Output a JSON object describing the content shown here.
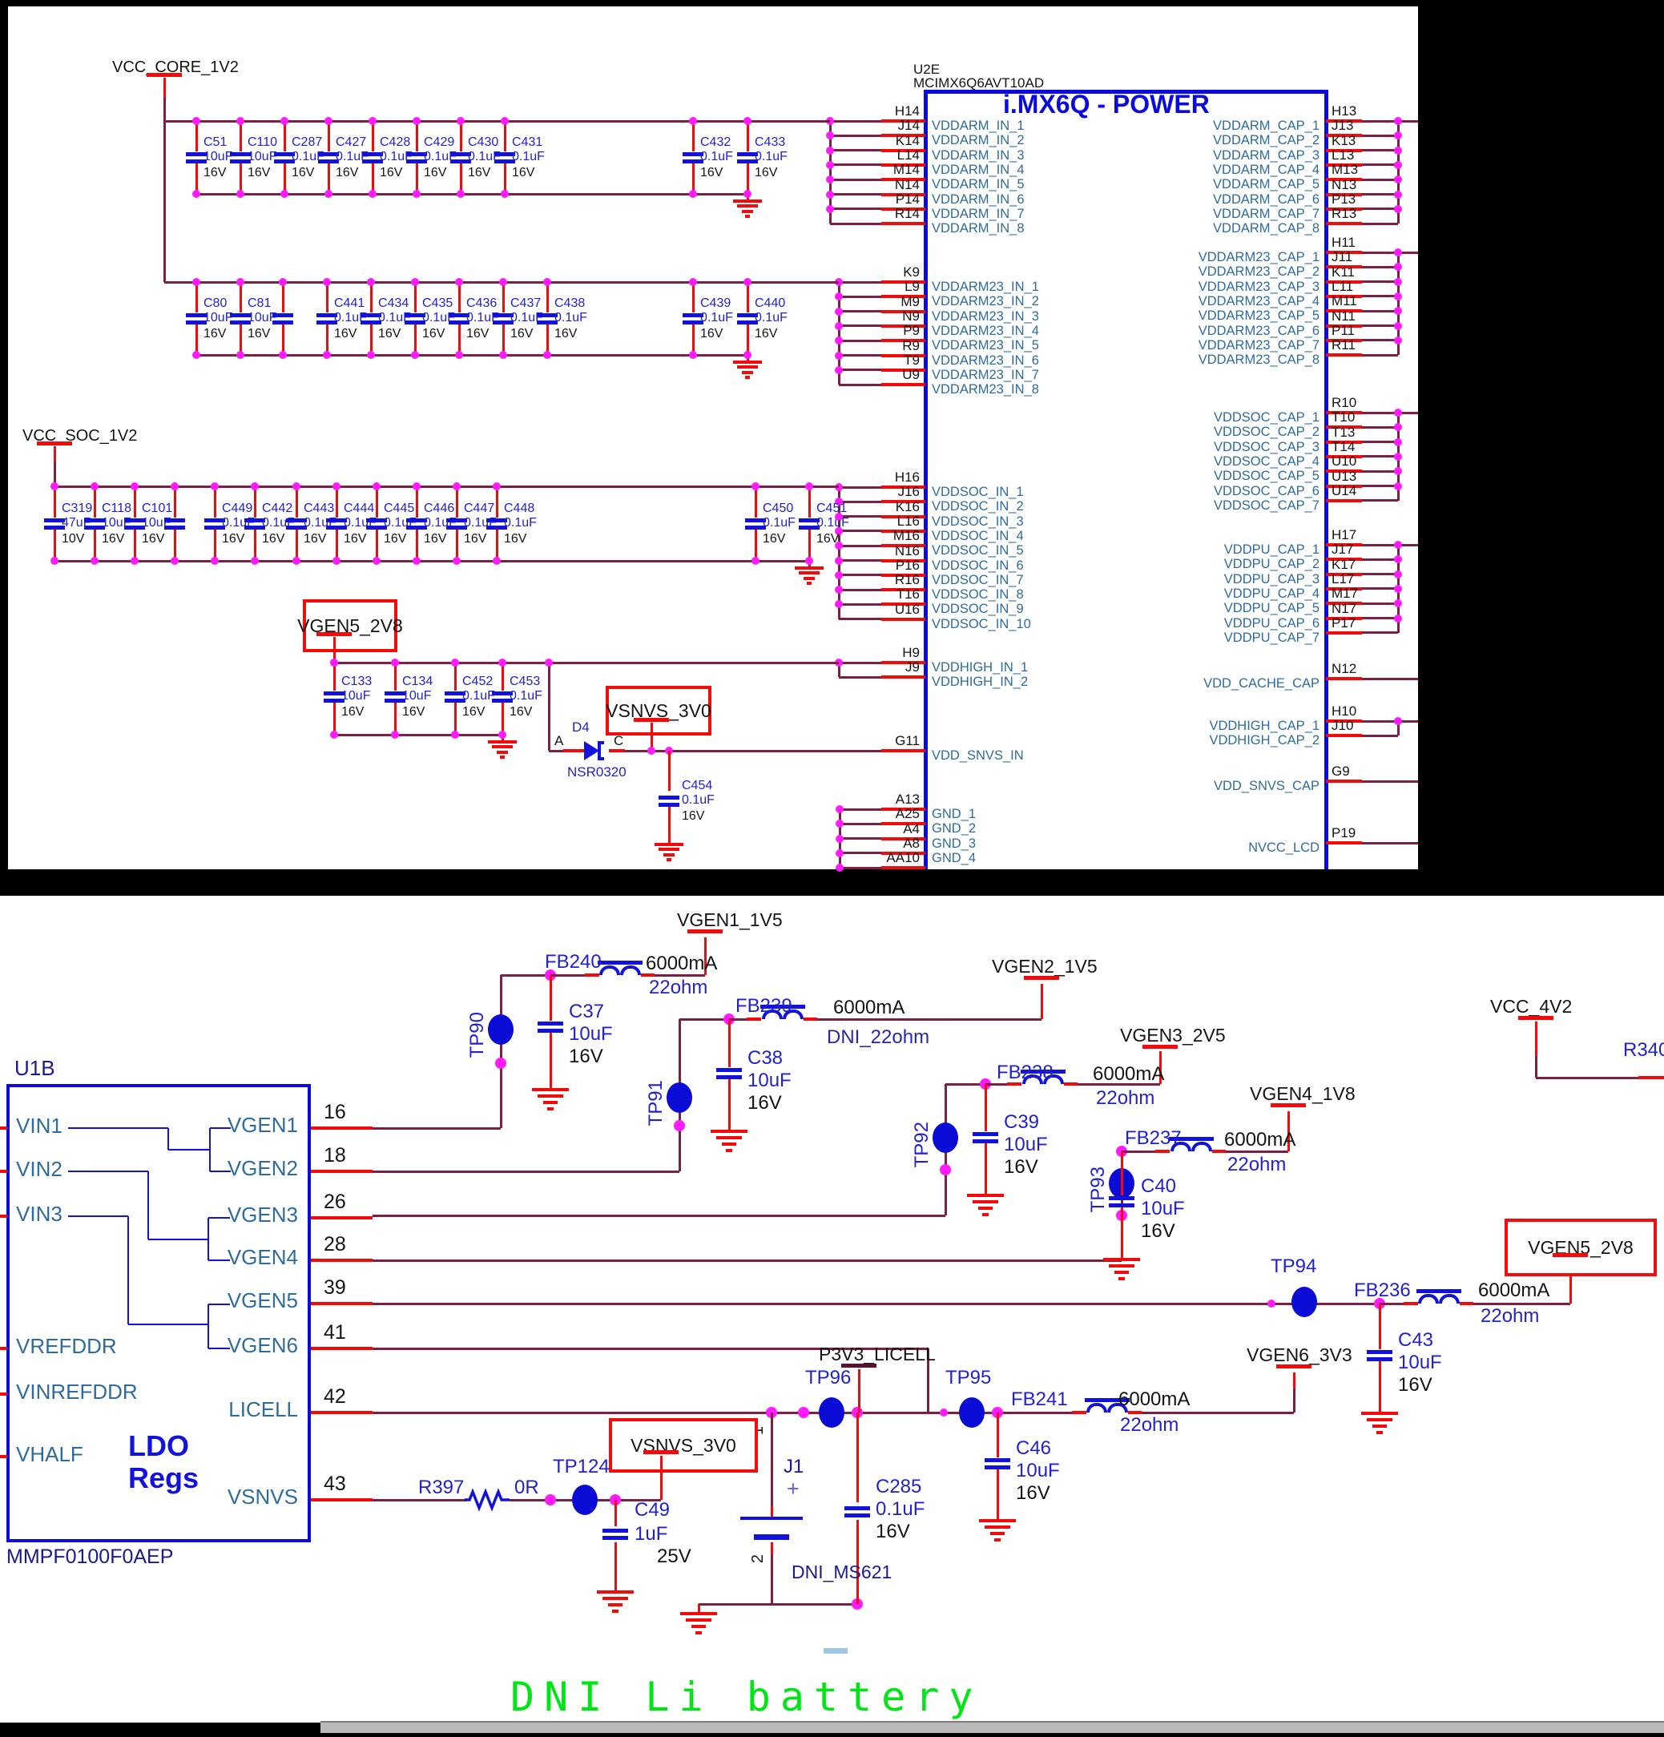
{
  "top_section": {
    "power_flags": {
      "vcc_core": "VCC_CORE_1V2",
      "vcc_soc": "VCC_SOC_1V2"
    },
    "boxed_flags": {
      "vgen5": "VGEN5_2V8",
      "vsnvs": "VSNVS_3V0"
    },
    "cap_rows": [
      {
        "id": "vddarm-row",
        "caps": [
          {
            "ref": "C51",
            "value": "10uF",
            "volt": "16V"
          },
          {
            "ref": "C110",
            "value": "10uF",
            "volt": "16V"
          },
          {
            "ref": "C287",
            "value": "0.1uF",
            "volt": "16V"
          },
          {
            "ref": "C427",
            "value": "0.1uF",
            "volt": "16V"
          },
          {
            "ref": "C428",
            "value": "0.1uF",
            "volt": "16V"
          },
          {
            "ref": "C429",
            "value": "0.1uF",
            "volt": "16V"
          },
          {
            "ref": "C430",
            "value": "0.1uF",
            "volt": "16V"
          },
          {
            "ref": "C431",
            "value": "0.1uF",
            "volt": "16V"
          },
          {
            "ref": "C432",
            "value": "0.1uF",
            "volt": "16V"
          },
          {
            "ref": "C433",
            "value": "0.1uF",
            "volt": "16V"
          }
        ]
      },
      {
        "id": "vddarm23-row",
        "caps": [
          {
            "ref": "C80",
            "value": "10uF",
            "volt": "16V"
          },
          {
            "ref": "C81",
            "value": "10uF",
            "volt": "16V"
          },
          {
            "ref": "",
            "value": "",
            "volt": ""
          },
          {
            "ref": "C441",
            "value": "0.1uF",
            "volt": "16V"
          },
          {
            "ref": "C434",
            "value": "0.1uF",
            "volt": "16V"
          },
          {
            "ref": "C435",
            "value": "0.1uF",
            "volt": "16V"
          },
          {
            "ref": "C436",
            "value": "0.1uF",
            "volt": "16V"
          },
          {
            "ref": "C437",
            "value": "0.1uF",
            "volt": "16V"
          },
          {
            "ref": "C438",
            "value": "0.1uF",
            "volt": "16V"
          },
          {
            "ref": "C439",
            "value": "0.1uF",
            "volt": "16V"
          },
          {
            "ref": "C440",
            "value": "0.1uF",
            "volt": "16V"
          }
        ]
      },
      {
        "id": "vddsoc-row",
        "caps": [
          {
            "ref": "C319",
            "value": "47uF",
            "volt": "10V"
          },
          {
            "ref": "C118",
            "value": "10uF",
            "volt": "16V"
          },
          {
            "ref": "C101",
            "value": "10uF",
            "volt": "16V"
          },
          {
            "ref": "",
            "value": "",
            "volt": ""
          },
          {
            "ref": "C449",
            "value": "0.1uF",
            "volt": "16V"
          },
          {
            "ref": "C442",
            "value": "0.1uF",
            "volt": "16V"
          },
          {
            "ref": "C443",
            "value": "0.1uF",
            "volt": "16V"
          },
          {
            "ref": "C444",
            "value": "0.1uF",
            "volt": "16V"
          },
          {
            "ref": "C445",
            "value": "0.1uF",
            "volt": "16V"
          },
          {
            "ref": "C446",
            "value": "0.1uF",
            "volt": "16V"
          },
          {
            "ref": "C447",
            "value": "0.1uF",
            "volt": "16V"
          },
          {
            "ref": "C448",
            "value": "0.1uF",
            "volt": "16V"
          },
          {
            "ref": "C450",
            "value": "0.1uF",
            "volt": "16V"
          },
          {
            "ref": "C451",
            "value": "0.1uF",
            "volt": "16V"
          }
        ]
      },
      {
        "id": "vgen5-row",
        "caps": [
          {
            "ref": "C133",
            "value": "10uF",
            "volt": "16V"
          },
          {
            "ref": "C134",
            "value": "10uF",
            "volt": "16V"
          },
          {
            "ref": "C452",
            "value": "0.1uF",
            "volt": "16V"
          },
          {
            "ref": "C453",
            "value": "0.1uF",
            "volt": "16V"
          }
        ]
      }
    ],
    "c454": {
      "ref": "C454",
      "value": "0.1uF",
      "volt": "16V"
    },
    "diode": {
      "ref": "D4",
      "part": "NSR0320",
      "anode": "A",
      "cathode": "C"
    },
    "chip": {
      "ref": "U2E",
      "part": "MCIMX6Q6AVT10AD",
      "title": "i.MX6Q - POWER",
      "left_groups": [
        {
          "pins": [
            {
              "num": "H14",
              "label": "VDDARM_IN_1"
            },
            {
              "num": "J14",
              "label": "VDDARM_IN_2"
            },
            {
              "num": "K14",
              "label": "VDDARM_IN_3"
            },
            {
              "num": "L14",
              "label": "VDDARM_IN_4"
            },
            {
              "num": "M14",
              "label": "VDDARM_IN_5"
            },
            {
              "num": "N14",
              "label": "VDDARM_IN_6"
            },
            {
              "num": "P14",
              "label": "VDDARM_IN_7"
            },
            {
              "num": "R14",
              "label": "VDDARM_IN_8"
            }
          ]
        },
        {
          "pins": [
            {
              "num": "K9",
              "label": "VDDARM23_IN_1"
            },
            {
              "num": "L9",
              "label": "VDDARM23_IN_2"
            },
            {
              "num": "M9",
              "label": "VDDARM23_IN_3"
            },
            {
              "num": "N9",
              "label": "VDDARM23_IN_4"
            },
            {
              "num": "P9",
              "label": "VDDARM23_IN_5"
            },
            {
              "num": "R9",
              "label": "VDDARM23_IN_6"
            },
            {
              "num": "T9",
              "label": "VDDARM23_IN_7"
            },
            {
              "num": "U9",
              "label": "VDDARM23_IN_8"
            }
          ]
        },
        {
          "pins": [
            {
              "num": "H16",
              "label": "VDDSOC_IN_1"
            },
            {
              "num": "J16",
              "label": "VDDSOC_IN_2"
            },
            {
              "num": "K16",
              "label": "VDDSOC_IN_3"
            },
            {
              "num": "L16",
              "label": "VDDSOC_IN_4"
            },
            {
              "num": "M16",
              "label": "VDDSOC_IN_5"
            },
            {
              "num": "N16",
              "label": "VDDSOC_IN_6"
            },
            {
              "num": "P16",
              "label": "VDDSOC_IN_7"
            },
            {
              "num": "R16",
              "label": "VDDSOC_IN_8"
            },
            {
              "num": "T16",
              "label": "VDDSOC_IN_9"
            },
            {
              "num": "U16",
              "label": "VDDSOC_IN_10"
            }
          ]
        },
        {
          "pins": [
            {
              "num": "H9",
              "label": "VDDHIGH_IN_1"
            },
            {
              "num": "J9",
              "label": "VDDHIGH_IN_2"
            }
          ]
        },
        {
          "pins": [
            {
              "num": "G11",
              "label": "VDD_SNVS_IN"
            }
          ]
        },
        {
          "pins": [
            {
              "num": "A13",
              "label": "GND_1"
            },
            {
              "num": "A25",
              "label": "GND_2"
            },
            {
              "num": "A4",
              "label": "GND_3"
            },
            {
              "num": "A8",
              "label": "GND_4"
            },
            {
              "num": "AA10",
              "label": ""
            }
          ]
        }
      ],
      "right_groups": [
        {
          "pins": [
            {
              "num": "H13",
              "label": "VDDARM_CAP_1"
            },
            {
              "num": "J13",
              "label": "VDDARM_CAP_2"
            },
            {
              "num": "K13",
              "label": "VDDARM_CAP_3"
            },
            {
              "num": "L13",
              "label": "VDDARM_CAP_4"
            },
            {
              "num": "M13",
              "label": "VDDARM_CAP_5"
            },
            {
              "num": "N13",
              "label": "VDDARM_CAP_6"
            },
            {
              "num": "P13",
              "label": "VDDARM_CAP_7"
            },
            {
              "num": "R13",
              "label": "VDDARM_CAP_8"
            }
          ]
        },
        {
          "pins": [
            {
              "num": "H11",
              "label": "VDDARM23_CAP_1"
            },
            {
              "num": "J11",
              "label": "VDDARM23_CAP_2"
            },
            {
              "num": "K11",
              "label": "VDDARM23_CAP_3"
            },
            {
              "num": "L11",
              "label": "VDDARM23_CAP_4"
            },
            {
              "num": "M11",
              "label": "VDDARM23_CAP_5"
            },
            {
              "num": "N11",
              "label": "VDDARM23_CAP_6"
            },
            {
              "num": "P11",
              "label": "VDDARM23_CAP_7"
            },
            {
              "num": "R11",
              "label": "VDDARM23_CAP_8"
            }
          ]
        },
        {
          "pins": [
            {
              "num": "R10",
              "label": "VDDSOC_CAP_1"
            },
            {
              "num": "T10",
              "label": "VDDSOC_CAP_2"
            },
            {
              "num": "T13",
              "label": "VDDSOC_CAP_3"
            },
            {
              "num": "T14",
              "label": "VDDSOC_CAP_4"
            },
            {
              "num": "U10",
              "label": "VDDSOC_CAP_5"
            },
            {
              "num": "U13",
              "label": "VDDSOC_CAP_6"
            },
            {
              "num": "U14",
              "label": "VDDSOC_CAP_7"
            }
          ]
        },
        {
          "pins": [
            {
              "num": "H17",
              "label": "VDDPU_CAP_1"
            },
            {
              "num": "J17",
              "label": "VDDPU_CAP_2"
            },
            {
              "num": "K17",
              "label": "VDDPU_CAP_3"
            },
            {
              "num": "L17",
              "label": "VDDPU_CAP_4"
            },
            {
              "num": "M17",
              "label": "VDDPU_CAP_5"
            },
            {
              "num": "N17",
              "label": "VDDPU_CAP_6"
            },
            {
              "num": "P17",
              "label": "VDDPU_CAP_7"
            }
          ]
        },
        {
          "pins": [
            {
              "num": "N12",
              "label": "VDD_CACHE_CAP"
            }
          ]
        },
        {
          "pins": [
            {
              "num": "H10",
              "label": "VDDHIGH_CAP_1"
            },
            {
              "num": "J10",
              "label": "VDDHIGH_CAP_2"
            }
          ]
        },
        {
          "pins": [
            {
              "num": "G9",
              "label": "VDD_SNVS_CAP"
            }
          ]
        },
        {
          "pins": [
            {
              "num": "P19",
              "label": "NVCC_LCD"
            }
          ]
        }
      ]
    }
  },
  "bottom_section": {
    "chip": {
      "ref": "U1B",
      "part": "MMPF0100F0AEP",
      "block_label_1": "LDO",
      "block_label_2": "Regs",
      "left_pins": [
        "VIN1",
        "VIN2",
        "VIN3",
        "VREFDDR",
        "VINREFDDR",
        "VHALF"
      ],
      "right_pins": [
        {
          "label": "VGEN1",
          "num": "16"
        },
        {
          "label": "VGEN2",
          "num": "18"
        },
        {
          "label": "VGEN3",
          "num": "26"
        },
        {
          "label": "VGEN4",
          "num": "28"
        },
        {
          "label": "VGEN5",
          "num": "39"
        },
        {
          "label": "VGEN6",
          "num": "41"
        },
        {
          "label": "LICELL",
          "num": "42"
        },
        {
          "label": "VSNVS",
          "num": "43"
        }
      ]
    },
    "rails": [
      {
        "net": "VGEN1_1V5",
        "fb": "FB240",
        "current": "6000mA",
        "imp": "22ohm",
        "tp": "TP90",
        "cap": {
          "ref": "C37",
          "value": "10uF",
          "volt": "16V"
        }
      },
      {
        "net": "VGEN2_1V5",
        "fb": "FB239",
        "current": "6000mA",
        "imp": "DNI_22ohm",
        "tp": "TP91",
        "cap": {
          "ref": "C38",
          "value": "10uF",
          "volt": "16V"
        }
      },
      {
        "net": "VGEN3_2V5",
        "fb": "FB238",
        "current": "6000mA",
        "imp": "22ohm",
        "tp": "TP92",
        "cap": {
          "ref": "C39",
          "value": "10uF",
          "volt": "16V"
        }
      },
      {
        "net": "VGEN4_1V8",
        "fb": "FB237",
        "current": "6000mA",
        "imp": "22ohm",
        "tp": "TP93",
        "cap": {
          "ref": "C40",
          "value": "10uF",
          "volt": "16V"
        }
      },
      {
        "net": "VGEN5_2V8",
        "fb": "FB236",
        "current": "6000mA",
        "imp": "22ohm",
        "tp": "TP94",
        "cap": {
          "ref": "C43",
          "value": "10uF",
          "volt": "16V"
        }
      },
      {
        "net": "VGEN6_3V3",
        "fb": "FB241",
        "current": "6000mA",
        "imp": "22ohm",
        "tp": "TP95",
        "cap": {
          "ref": "C46",
          "value": "10uF",
          "volt": "16V"
        }
      }
    ],
    "licell": {
      "net": "P3V3_LICELL",
      "tp": "TP96",
      "cap": {
        "ref": "C285",
        "value": "0.1uF",
        "volt": "16V"
      },
      "battery": {
        "ref": "J1",
        "plus": "+",
        "pin1": "1",
        "pin2": "2",
        "dni": "DNI_MS621"
      }
    },
    "vsnvs": {
      "net": "VSNVS_3V0",
      "res_ref": "R397",
      "res_val": "0R",
      "tp": "TP124",
      "cap": {
        "ref": "C49",
        "value": "1uF",
        "volt": "25V"
      }
    },
    "vcc": {
      "net": "VCC_4V2",
      "res": "R340"
    },
    "note": "DNI Li battery"
  }
}
